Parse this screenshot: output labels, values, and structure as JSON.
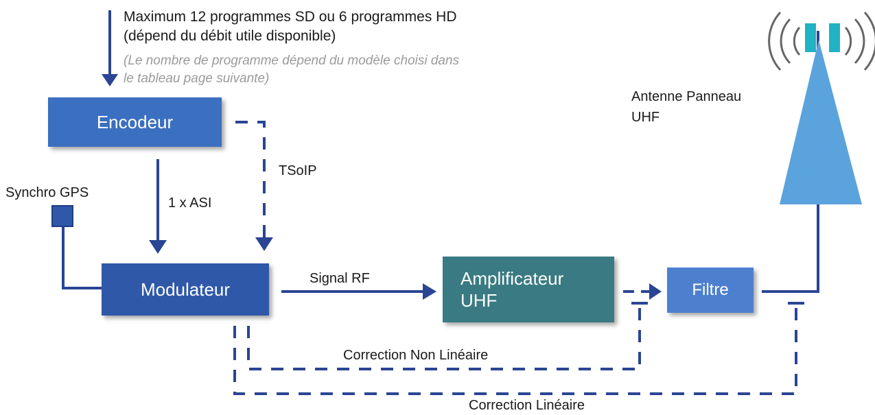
{
  "header": {
    "line1": "Maximum 12 programmes SD ou 6 programmes HD",
    "line2": "(dépend du débit utile disponible)",
    "note_line1": "(Le nombre de programme dépend du modèle choisi dans",
    "note_line2": "le tableau page suivante)"
  },
  "blocks": {
    "encodeur": "Encodeur",
    "modulateur": "Modulateur",
    "amplificateur_line1": "Amplificateur",
    "amplificateur_line2": "UHF",
    "filtre": "Filtre"
  },
  "labels": {
    "tsoip": "TSoIP",
    "asi": "1 x ASI",
    "synchro_gps": "Synchro GPS",
    "signal_rf": "Signal RF",
    "correction_non_lineaire": "Correction Non Linéaire",
    "correction_lineaire": "Correction Linéaire",
    "antenne_line1": "Antenne Panneau",
    "antenne_line2": "UHF"
  },
  "colors": {
    "block_blue": "#3b6fc0",
    "block_blue_dark": "#2f58a8",
    "amplifier_teal": "#3a7a82",
    "filter_blue": "#4d7fcf",
    "line_navy": "#2a4594",
    "antenna_blue": "#5ba3dc",
    "antenna_teal": "#21b2c4",
    "note_gray": "#9a9a9a"
  },
  "icons": [
    "antenna-icon",
    "radio-waves-icon",
    "gps-sync-icon"
  ]
}
